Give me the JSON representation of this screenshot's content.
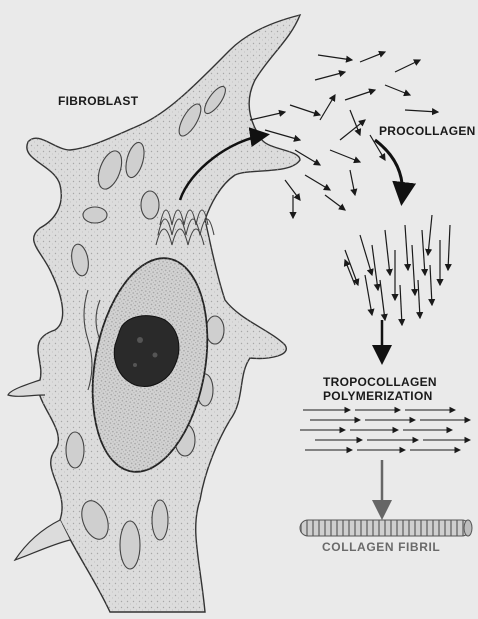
{
  "labels": {
    "fibroblast": "FIBROBLAST",
    "procollagen": "PROCOLLAGEN",
    "tropocollagen_line1": "TROPOCOLLAGEN",
    "tropocollagen_line2": "POLYMERIZATION",
    "collagen_fibril": "COLLAGEN FIBRIL"
  },
  "colors": {
    "background": "#eaeaea",
    "ink": "#1a1a1a",
    "fibril_label": "#6a6a6a",
    "nucleolus": "#2a2a2a"
  }
}
